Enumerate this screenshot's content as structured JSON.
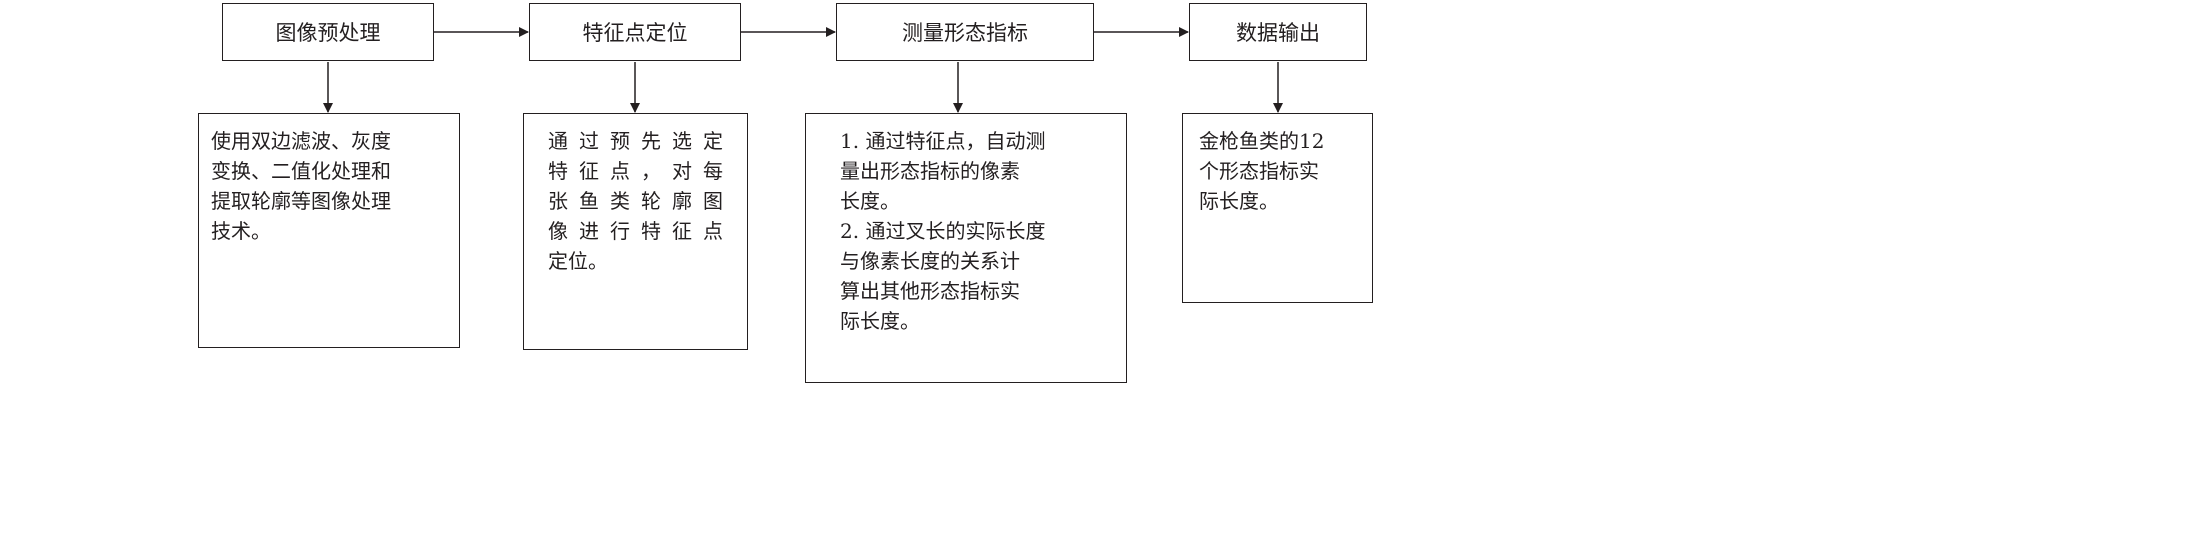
{
  "steps": [
    {
      "label": "图像预处理"
    },
    {
      "label": "特征点定位"
    },
    {
      "label": "测量形态指标"
    },
    {
      "label": "数据输出"
    }
  ],
  "descriptions": [
    {
      "lines": [
        "使用双边滤波、灰度",
        "变换、二值化处理和",
        "提取轮廓等图像处理",
        "技术。"
      ]
    },
    {
      "lines": [
        "通过预先选定",
        "特征点，对每",
        "张鱼类轮廓图",
        "像进行特征点",
        "定位。"
      ]
    },
    {
      "lines": [
        "1. 通过特征点，自动测",
        "量出形态指标的像素",
        "长度。",
        "2. 通过叉长的实际长度",
        "与像素长度的关系计",
        "算出其他形态指标实",
        "际长度。"
      ]
    },
    {
      "lines": [
        "金枪鱼类的12",
        "个形态指标实",
        "际长度。"
      ]
    }
  ]
}
